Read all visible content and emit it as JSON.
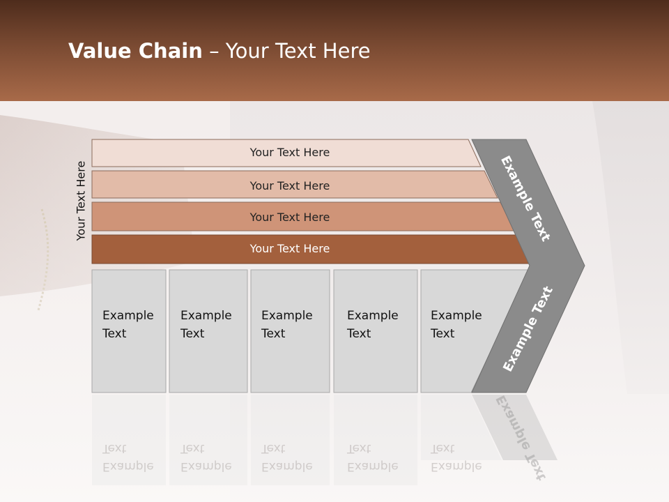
{
  "title": {
    "bold": "Value Chain",
    "rest": " – Your Text Here"
  },
  "side_label": "Your Text Here",
  "rows": [
    {
      "label": "Your Text Here",
      "color": "#f0ddd5"
    },
    {
      "label": "Your Text Here",
      "color": "#e2bba8"
    },
    {
      "label": "Your Text Here",
      "color": "#cf9478"
    },
    {
      "label": "Your Text Here",
      "color": "#a3603d"
    }
  ],
  "boxes": [
    {
      "line1": "Example",
      "line2": "Text"
    },
    {
      "line1": "Example",
      "line2": "Text"
    },
    {
      "line1": "Example",
      "line2": "Text"
    },
    {
      "line1": "Example",
      "line2": "Text"
    },
    {
      "line1": "Example",
      "line2": "Text"
    }
  ],
  "chevron": {
    "upper_label": "Example Text",
    "lower_label": "Example Text"
  },
  "colors": {
    "header_dark": "#4e2c1c",
    "header_light": "#a86a49",
    "box_fill": "#d8d8d8",
    "chevron_fill": "#8b8b8b"
  }
}
